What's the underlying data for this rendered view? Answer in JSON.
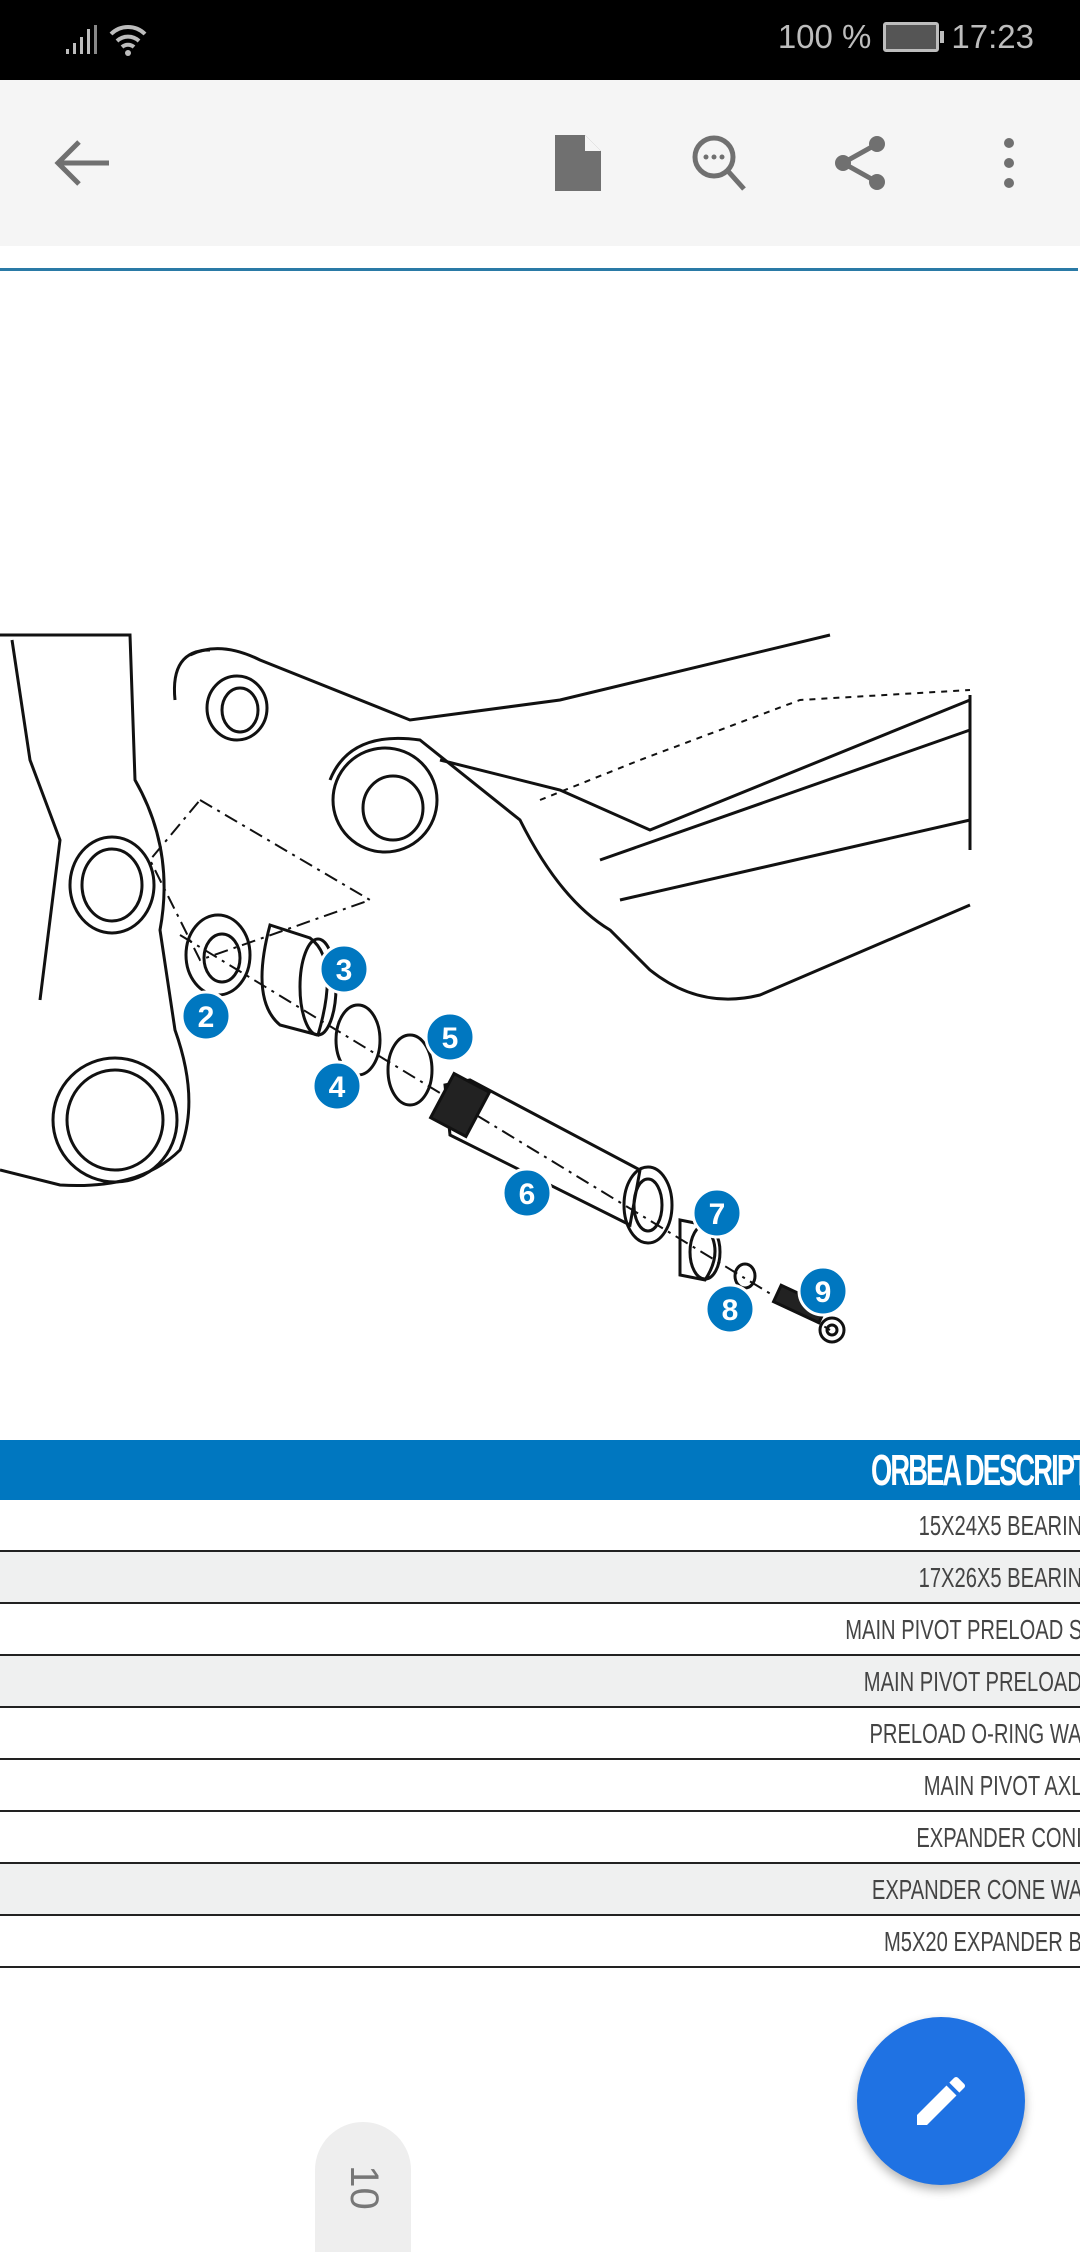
{
  "status_bar": {
    "battery": "100 %",
    "time": "17:23"
  },
  "toolbar": {
    "back": "back-arrow-icon",
    "actions": [
      "document-icon",
      "search-more-icon",
      "share-icon",
      "more-vert-icon"
    ]
  },
  "diagram": {
    "callouts": [
      "2",
      "3",
      "4",
      "5",
      "6",
      "7",
      "8",
      "9"
    ],
    "callout_color": "#0077c0"
  },
  "table": {
    "header": "ORBEA DESCRIPT",
    "rows": [
      "15X24X5 BEARIN",
      "17X26X5 BEARIN",
      "MAIN PIVOT PRELOAD S",
      "MAIN PIVOT PRELOAD",
      "PRELOAD O-RING WA",
      "MAIN PIVOT AXL",
      "EXPANDER CONI",
      "EXPANDER CONE WA",
      "M5X20 EXPANDER B"
    ]
  },
  "page_number": "10",
  "fab": {
    "icon": "edit-pencil-icon",
    "color": "#1f72e3"
  }
}
